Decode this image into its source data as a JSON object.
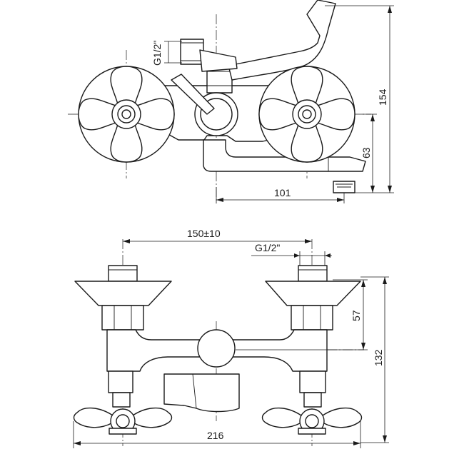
{
  "dimensions": {
    "side_thread": "G1/2\"",
    "side_height": "154",
    "side_spout_height": "63",
    "side_spout_reach": "101",
    "front_center_distance": "150±10",
    "front_thread": "G1/2\"",
    "front_diverter_height": "57",
    "front_height": "132",
    "front_width": "216"
  },
  "colors": {
    "line": "#1a1a1a",
    "background": "#ffffff"
  }
}
